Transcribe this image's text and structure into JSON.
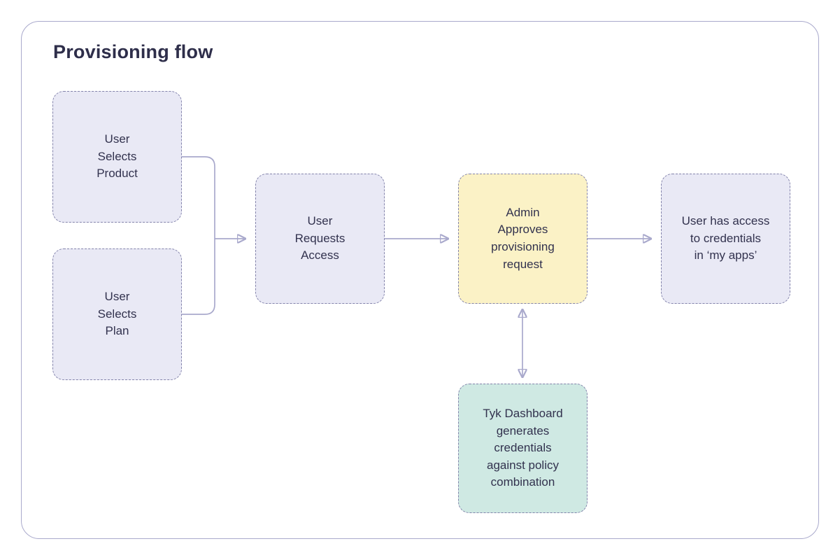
{
  "title": "Provisioning flow",
  "colors": {
    "container_border": "#a9a9cc",
    "node_border": "#8383ab",
    "lavender_fill": "#e9e9f5",
    "yellow_fill": "#fbf2c6",
    "teal_fill": "#cfe9e3",
    "text": "#32324e",
    "arrow": "#a9a9cc"
  },
  "nodes": {
    "user_selects_product": {
      "label": "User\nSelects\nProduct",
      "fill": "#e9e9f5"
    },
    "user_selects_plan": {
      "label": "User\nSelects\nPlan",
      "fill": "#e9e9f5"
    },
    "user_requests_access": {
      "label": "User\nRequests\nAccess",
      "fill": "#e9e9f5"
    },
    "admin_approves_request": {
      "label": "Admin\nApproves\nprovisioning\nrequest",
      "fill": "#fbf2c6"
    },
    "user_has_access": {
      "label": "User has access\nto credentials\nin ‘my apps’",
      "fill": "#e9e9f5"
    },
    "tyk_dashboard_generates": {
      "label": "Tyk Dashboard\ngenerates\ncredentials\nagainst policy\ncombination",
      "fill": "#cfe9e3"
    }
  }
}
